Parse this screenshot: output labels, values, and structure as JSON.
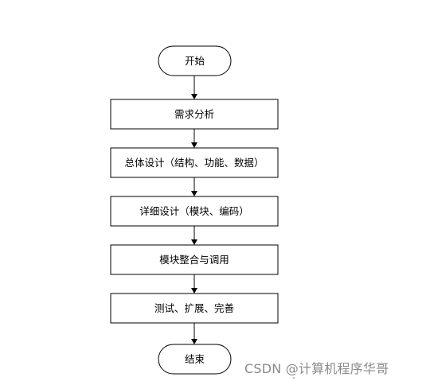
{
  "flowchart": {
    "nodes": [
      {
        "id": "start",
        "shape": "terminal",
        "text": "开始"
      },
      {
        "id": "requirements",
        "shape": "process",
        "text": "需求分析"
      },
      {
        "id": "overall-design",
        "shape": "process",
        "text": "总体设计（结构、功能、数据）"
      },
      {
        "id": "detailed-design",
        "shape": "process",
        "text": "详细设计（模块、编码）"
      },
      {
        "id": "integration",
        "shape": "process",
        "text": "模块整合与调用"
      },
      {
        "id": "testing",
        "shape": "process",
        "text": "测试、扩展、完善"
      },
      {
        "id": "end",
        "shape": "terminal",
        "text": "结束"
      }
    ],
    "edges": [
      {
        "from": "start",
        "to": "requirements"
      },
      {
        "from": "requirements",
        "to": "overall-design"
      },
      {
        "from": "overall-design",
        "to": "detailed-design"
      },
      {
        "from": "detailed-design",
        "to": "integration"
      },
      {
        "from": "integration",
        "to": "testing"
      },
      {
        "from": "testing",
        "to": "end"
      }
    ]
  },
  "watermark": {
    "text": "CSDN @计算机程序华哥"
  },
  "colors": {
    "stroke": "#000000",
    "background": "#ffffff",
    "watermark": "#8a8a8a"
  }
}
